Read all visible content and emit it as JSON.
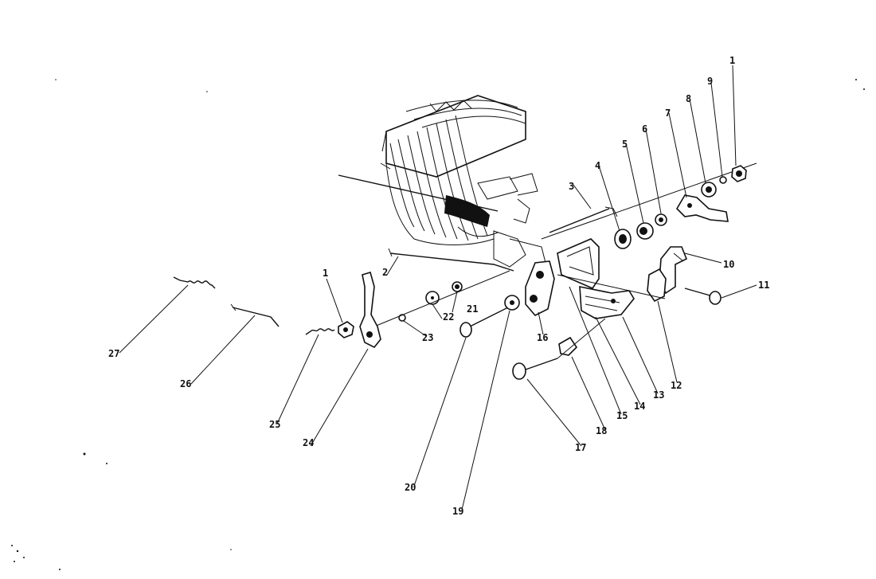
{
  "diagram": {
    "callouts": [
      {
        "id": "c1",
        "label": "1"
      },
      {
        "id": "c1b",
        "label": "1"
      },
      {
        "id": "c2",
        "label": "2"
      },
      {
        "id": "c3",
        "label": "3"
      },
      {
        "id": "c4",
        "label": "4"
      },
      {
        "id": "c5",
        "label": "5"
      },
      {
        "id": "c6",
        "label": "6"
      },
      {
        "id": "c7",
        "label": "7"
      },
      {
        "id": "c8",
        "label": "8"
      },
      {
        "id": "c9",
        "label": "9"
      },
      {
        "id": "c10",
        "label": "10"
      },
      {
        "id": "c11",
        "label": "11"
      },
      {
        "id": "c12",
        "label": "12"
      },
      {
        "id": "c13",
        "label": "13"
      },
      {
        "id": "c14",
        "label": "14"
      },
      {
        "id": "c15",
        "label": "15"
      },
      {
        "id": "c16",
        "label": "16"
      },
      {
        "id": "c17",
        "label": "17"
      },
      {
        "id": "c18",
        "label": "18"
      },
      {
        "id": "c19",
        "label": "19"
      },
      {
        "id": "c20",
        "label": "20"
      },
      {
        "id": "c21",
        "label": "21"
      },
      {
        "id": "c22",
        "label": "22"
      },
      {
        "id": "c23",
        "label": "23"
      },
      {
        "id": "c24",
        "label": "24"
      },
      {
        "id": "c25",
        "label": "25"
      },
      {
        "id": "c26",
        "label": "26"
      },
      {
        "id": "c27",
        "label": "27"
      }
    ]
  }
}
